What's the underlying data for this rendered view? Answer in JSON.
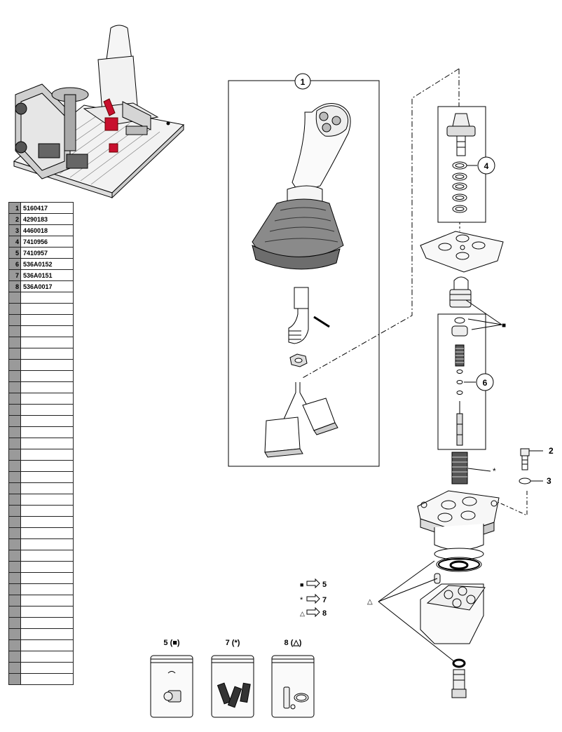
{
  "parts_table": {
    "rows": [
      {
        "num": "1",
        "code": "5160417"
      },
      {
        "num": "2",
        "code": "4290183"
      },
      {
        "num": "3",
        "code": "4460018"
      },
      {
        "num": "4",
        "code": "7410956"
      },
      {
        "num": "5",
        "code": "7410957"
      },
      {
        "num": "6",
        "code": "536A0152"
      },
      {
        "num": "7",
        "code": "536A0151"
      },
      {
        "num": "8",
        "code": "536A0017"
      }
    ],
    "empty_row_count": 35
  },
  "callouts": {
    "c1": "1",
    "c2": "2",
    "c3": "3",
    "c4": "4",
    "c6": "6"
  },
  "legend": [
    {
      "symbol": "■",
      "kit": "5"
    },
    {
      "symbol": "*",
      "kit": "7"
    },
    {
      "symbol": "△",
      "kit": "8"
    }
  ],
  "marks": {
    "star": "*",
    "square": "■",
    "triangle": "△"
  },
  "bags": [
    {
      "label": "5 (■)"
    },
    {
      "label": "7 (*)"
    },
    {
      "label": "8 (△)"
    }
  ],
  "colors": {
    "boot": "#8a8a8a",
    "highlight": "#c8102e",
    "table_num_bg": "#9a9a9a"
  }
}
